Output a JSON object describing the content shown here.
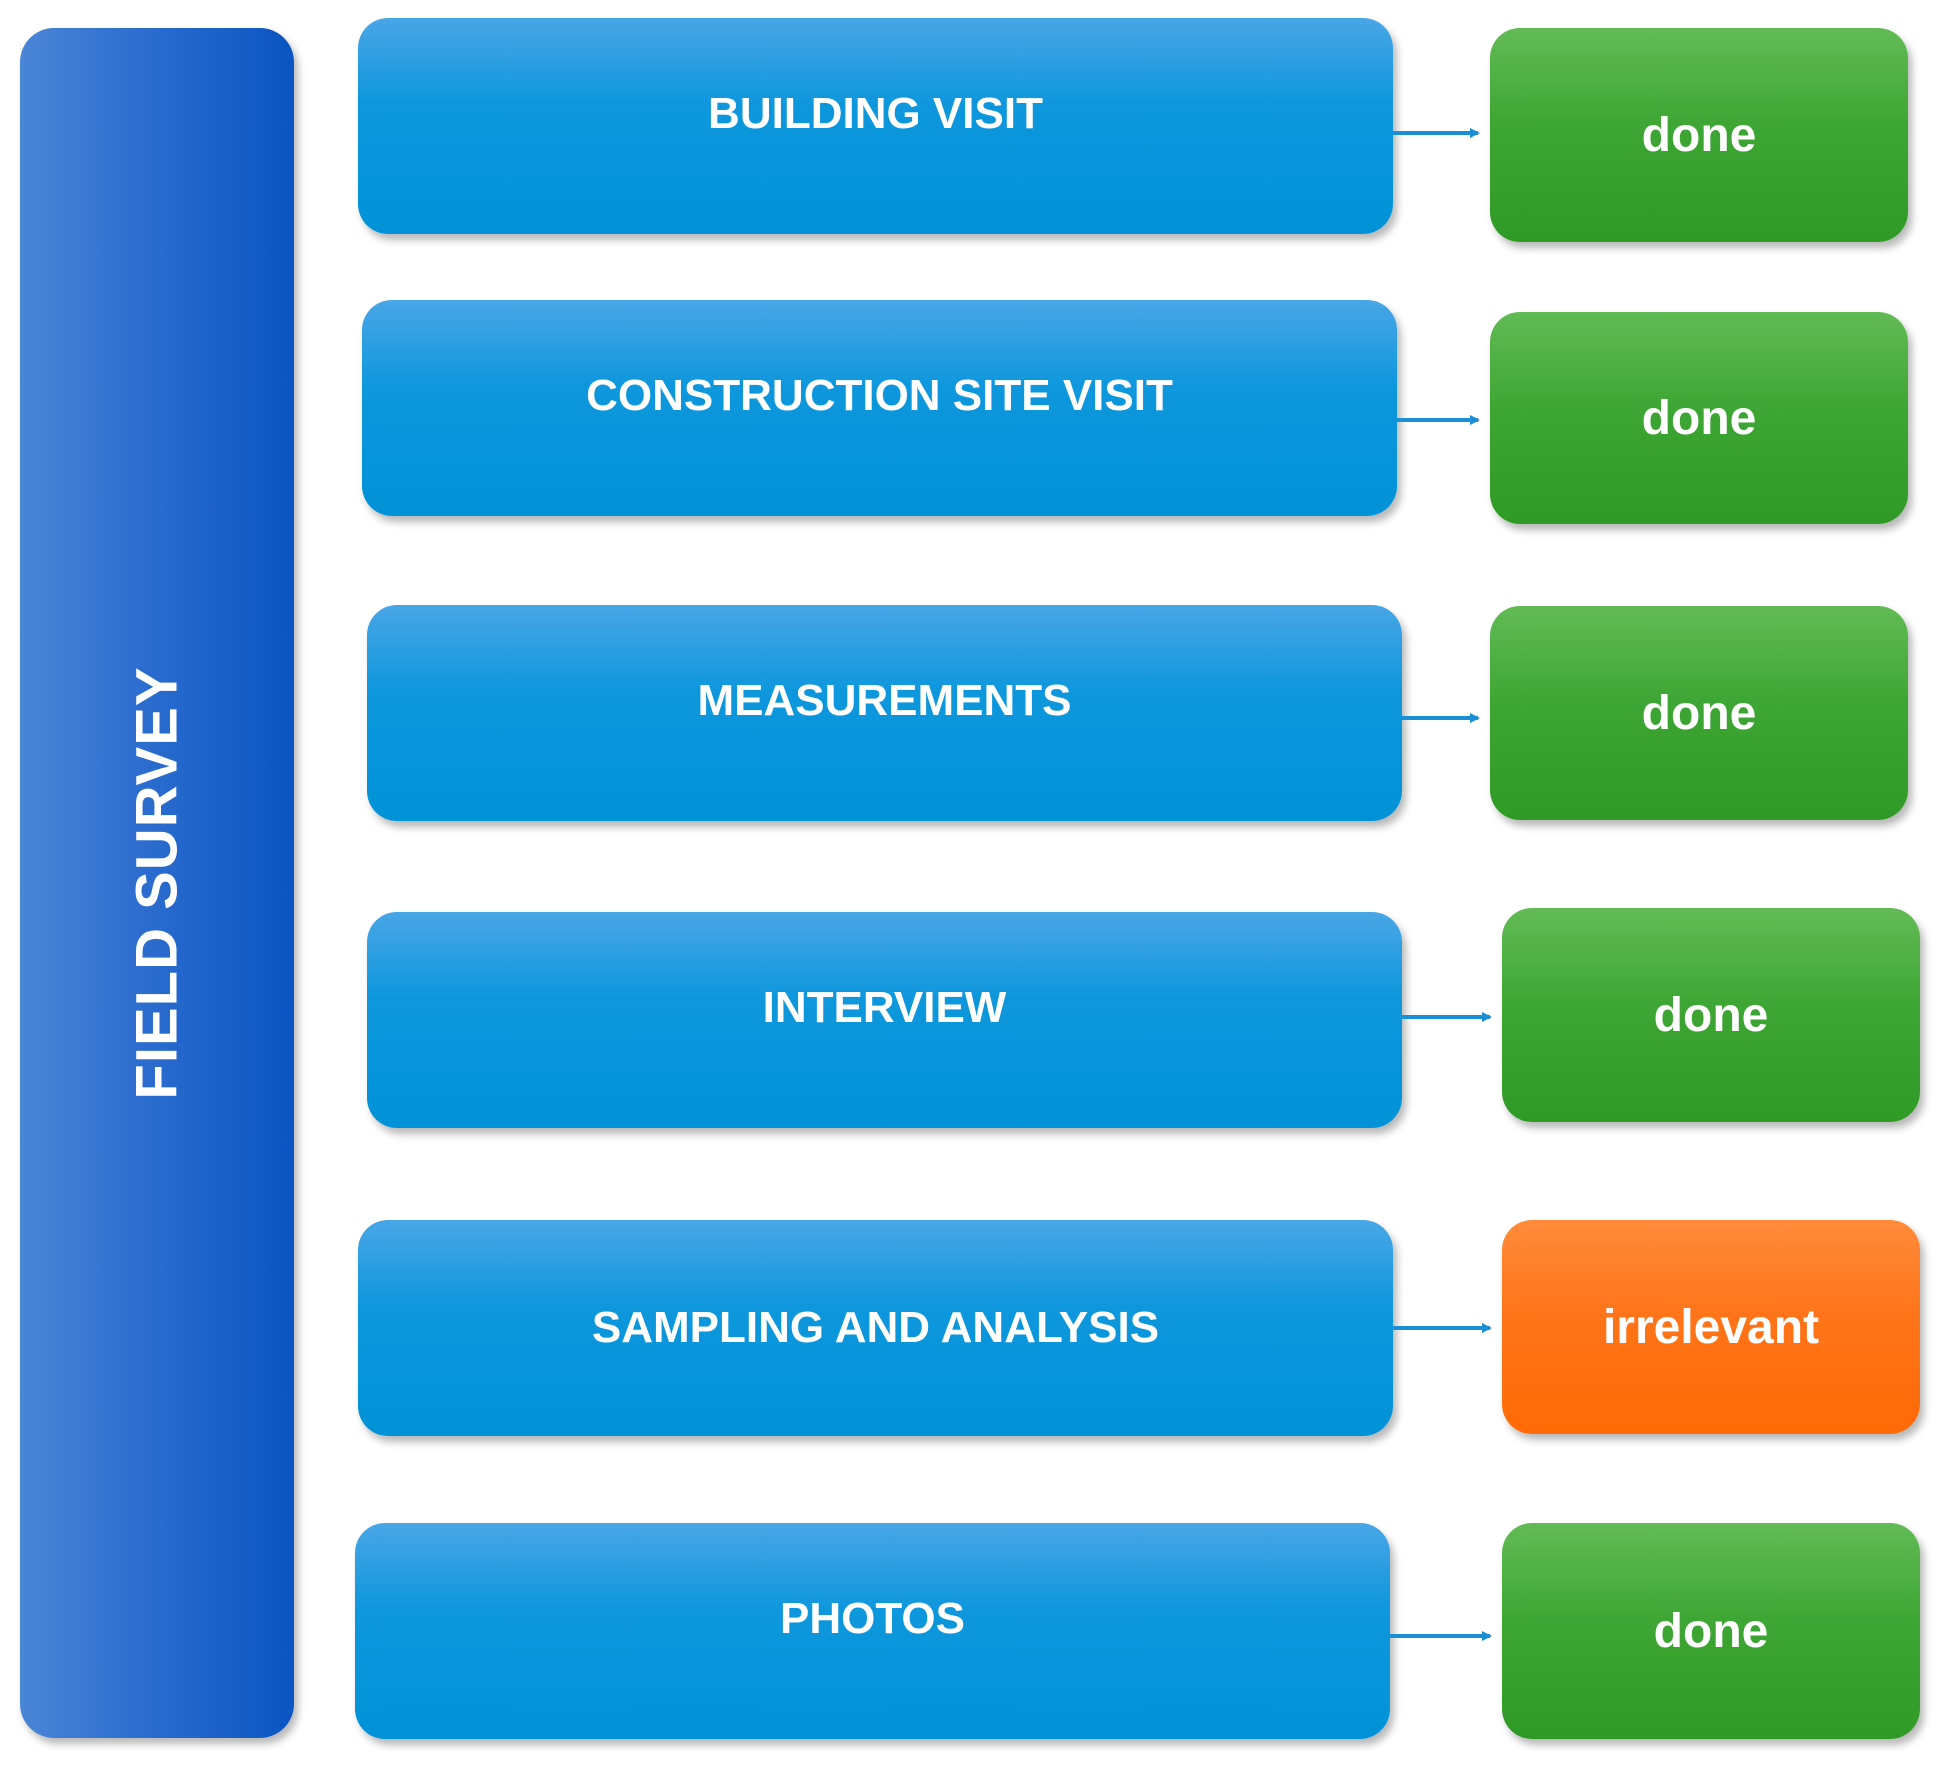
{
  "diagram": {
    "root": {
      "label": "FIELD SURVEY"
    },
    "steps": [
      {
        "label": "BUILDING VISIT",
        "status": "done"
      },
      {
        "label": "CONSTRUCTION SITE VISIT",
        "status": "done"
      },
      {
        "label": "MEASUREMENTS",
        "status": "done"
      },
      {
        "label": "INTERVIEW",
        "status": "done"
      },
      {
        "label": "SAMPLING AND ANALYSIS",
        "status": "irrelevant"
      },
      {
        "label": "PHOTOS",
        "status": "done"
      }
    ],
    "colors": {
      "root": "#1f63c9",
      "step": "#0a96da",
      "done": "#3ea634",
      "irrelevant": "#ff7419",
      "arrow": "#1a8fd6"
    }
  }
}
